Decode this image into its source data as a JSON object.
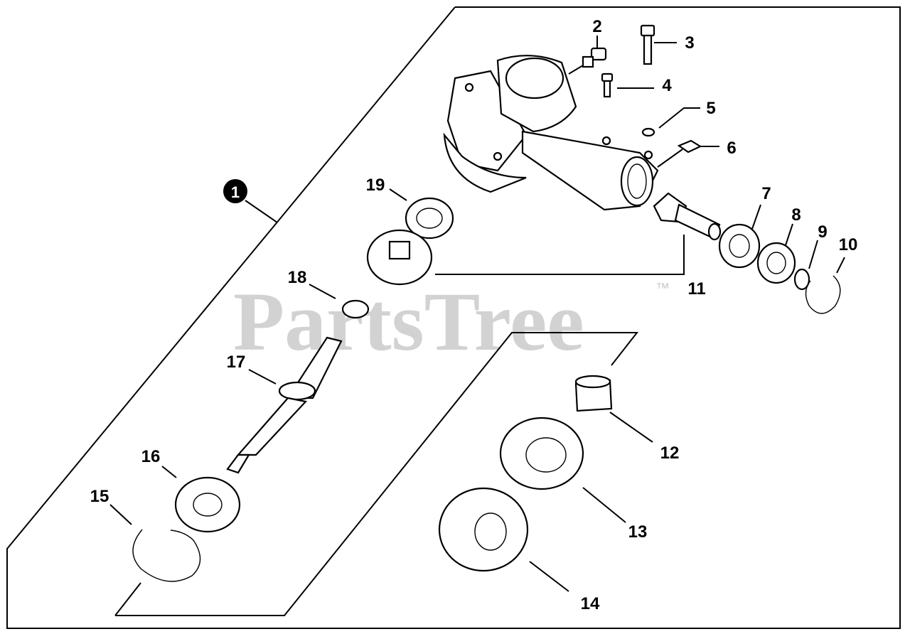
{
  "watermark": {
    "text": "PartsTree",
    "trademark": "™"
  },
  "assembly_callout": "1",
  "callouts": [
    {
      "id": "2",
      "label": "2"
    },
    {
      "id": "3",
      "label": "3"
    },
    {
      "id": "4",
      "label": "4"
    },
    {
      "id": "5",
      "label": "5"
    },
    {
      "id": "6",
      "label": "6"
    },
    {
      "id": "7",
      "label": "7"
    },
    {
      "id": "8",
      "label": "8"
    },
    {
      "id": "9",
      "label": "9"
    },
    {
      "id": "10",
      "label": "10"
    },
    {
      "id": "11",
      "label": "11"
    },
    {
      "id": "12",
      "label": "12"
    },
    {
      "id": "13",
      "label": "13"
    },
    {
      "id": "14",
      "label": "14"
    },
    {
      "id": "15",
      "label": "15"
    },
    {
      "id": "16",
      "label": "16"
    },
    {
      "id": "17",
      "label": "17"
    },
    {
      "id": "18",
      "label": "18"
    },
    {
      "id": "19",
      "label": "19"
    }
  ]
}
